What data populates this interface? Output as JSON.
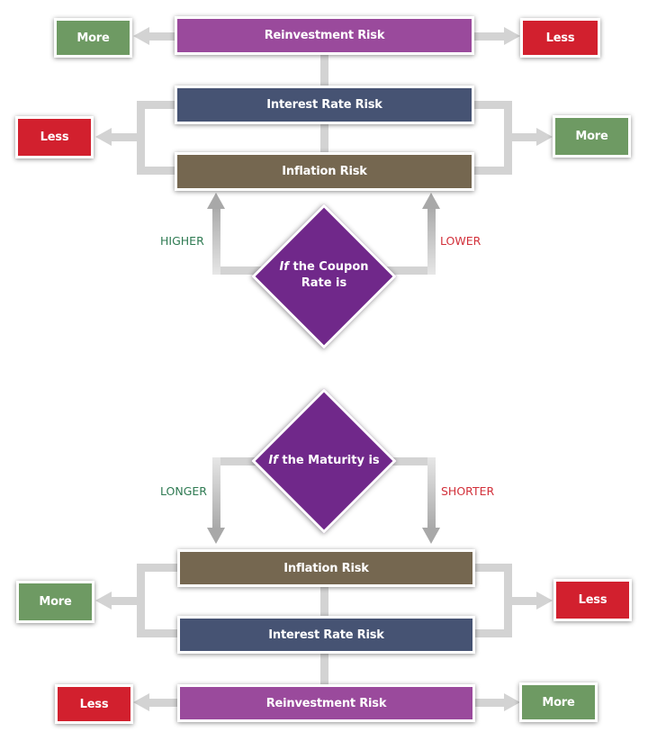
{
  "colors": {
    "reinvestment": "#9a4a9c",
    "interest_rate": "#465373",
    "inflation": "#756750",
    "more": "#6e9a63",
    "less": "#d2202e",
    "decision": "#70288a",
    "connector": "#cfcfcf",
    "positive_label": "#2e7a52",
    "negative_label": "#d2303a"
  },
  "coupon": {
    "decision_italic": "If",
    "decision_line1": " the Coupon",
    "decision_line2": "Rate is",
    "branch_left": "HIGHER",
    "branch_right": "LOWER",
    "reinvestment_risk": "Reinvestment Risk",
    "interest_rate_risk": "Interest Rate Risk",
    "inflation_risk": "Inflation Risk",
    "reinvestment_left_outcome": "More",
    "reinvestment_right_outcome": "Less",
    "group_left_outcome": "Less",
    "group_right_outcome": "More"
  },
  "maturity": {
    "decision_italic": "If",
    "decision_text": " the Maturity is",
    "branch_left": "LONGER",
    "branch_right": "SHORTER",
    "inflation_risk": "Inflation Risk",
    "interest_rate_risk": "Interest Rate Risk",
    "reinvestment_risk": "Reinvestment Risk",
    "group_left_outcome": "More",
    "group_right_outcome": "Less",
    "reinvestment_left_outcome": "Less",
    "reinvestment_right_outcome": "More"
  }
}
